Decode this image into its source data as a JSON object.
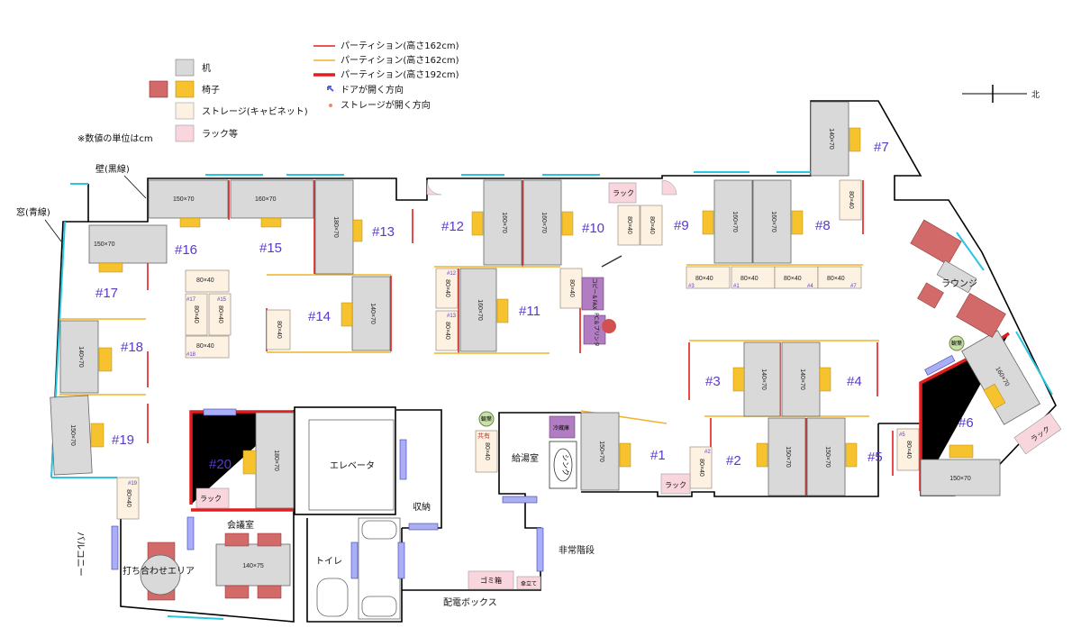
{
  "legend": {
    "desk": "机",
    "chair": "椅子",
    "storage": "ストレージ(キャビネット)",
    "rack": "ラック等",
    "unit_note": "※数値の単位はcm",
    "partition_162_red": "パーティション(高さ162cm)",
    "partition_162_yellow": "パーティション(高さ162cm)",
    "partition_192": "パーティション(高さ192cm)",
    "door_dir": "ドアが開く方向",
    "storage_dir": "ストレージが開く方向",
    "wall_label": "壁(黒線)",
    "window_label": "窓(青線)"
  },
  "compass": {
    "north": "北"
  },
  "colors": {
    "desk": "#d9d9d9",
    "chair": "#f6c22e",
    "storage": "#fdf2e2",
    "rack": "#f9d6dd",
    "partition": "#e31d1d",
    "partition_y": "#f0b429",
    "window": "#2cc5e0",
    "door": "#a9aef5",
    "number": "#5a39c8",
    "copier": "#b27cc2"
  },
  "desks": {
    "d16": "150×70",
    "d15": "160×70",
    "d13": "180×70",
    "d17": "150×70",
    "d18": "140×70",
    "d19": "150×70",
    "d14": "140×70",
    "d12a": "160×70",
    "d12b": "160×70",
    "d11": "160×70",
    "d9a": "160×70",
    "d8a": "160×70",
    "d7": "140×70",
    "d3": "140×70",
    "d4": "140×70",
    "d2": "150×70",
    "d5": "150×70",
    "d1": "150×70",
    "d6a": "160×70",
    "d6b": "150×70",
    "d20": "180×70",
    "meeting": "140×75"
  },
  "storages": {
    "s80x40": "80×40",
    "s80x40b": "80×40",
    "s80x40c": "80×40",
    "s80x40d": "80×40"
  },
  "storage_tags": {
    "t17": "#17",
    "t15": "#15",
    "t18": "#18",
    "t12": "#12",
    "t13": "#13",
    "t3": "#3",
    "t1": "#1",
    "t4": "#4",
    "t7": "#7",
    "t2": "#2",
    "t5": "#5",
    "t19": "#19"
  },
  "seats": {
    "s1": "#1",
    "s2": "#2",
    "s3": "#3",
    "s4": "#4",
    "s5": "#5",
    "s6": "#6",
    "s7": "#7",
    "s8": "#8",
    "s9": "#9",
    "s10": "#10",
    "s11": "#11",
    "s12": "#12",
    "s13": "#13",
    "s14": "#14",
    "s15": "#15",
    "s16": "#16",
    "s17": "#17",
    "s18": "#18",
    "s19": "#19",
    "s20": "#20"
  },
  "rooms": {
    "elevator": "エレベータ",
    "toilet": "トイレ",
    "storage_room": "収納",
    "kitchen": "給湯室",
    "sink": "シンク",
    "fridge": "冷蔵庫",
    "meeting_room": "会議室",
    "meeting_area": "打ち合わせエリア",
    "lounge": "ラウンジ",
    "emergency_stairs": "非常階段",
    "power_box": "配電ボックス",
    "balcony": "バルコニー",
    "trash": "ゴミ箱",
    "umbrella": "傘立て",
    "copy_fax": "コピー＆FAX",
    "pc_printer": "PC＆プリンタ",
    "plant": "観葉",
    "shared": "共有",
    "rack": "ラック",
    "door": "ドア"
  }
}
